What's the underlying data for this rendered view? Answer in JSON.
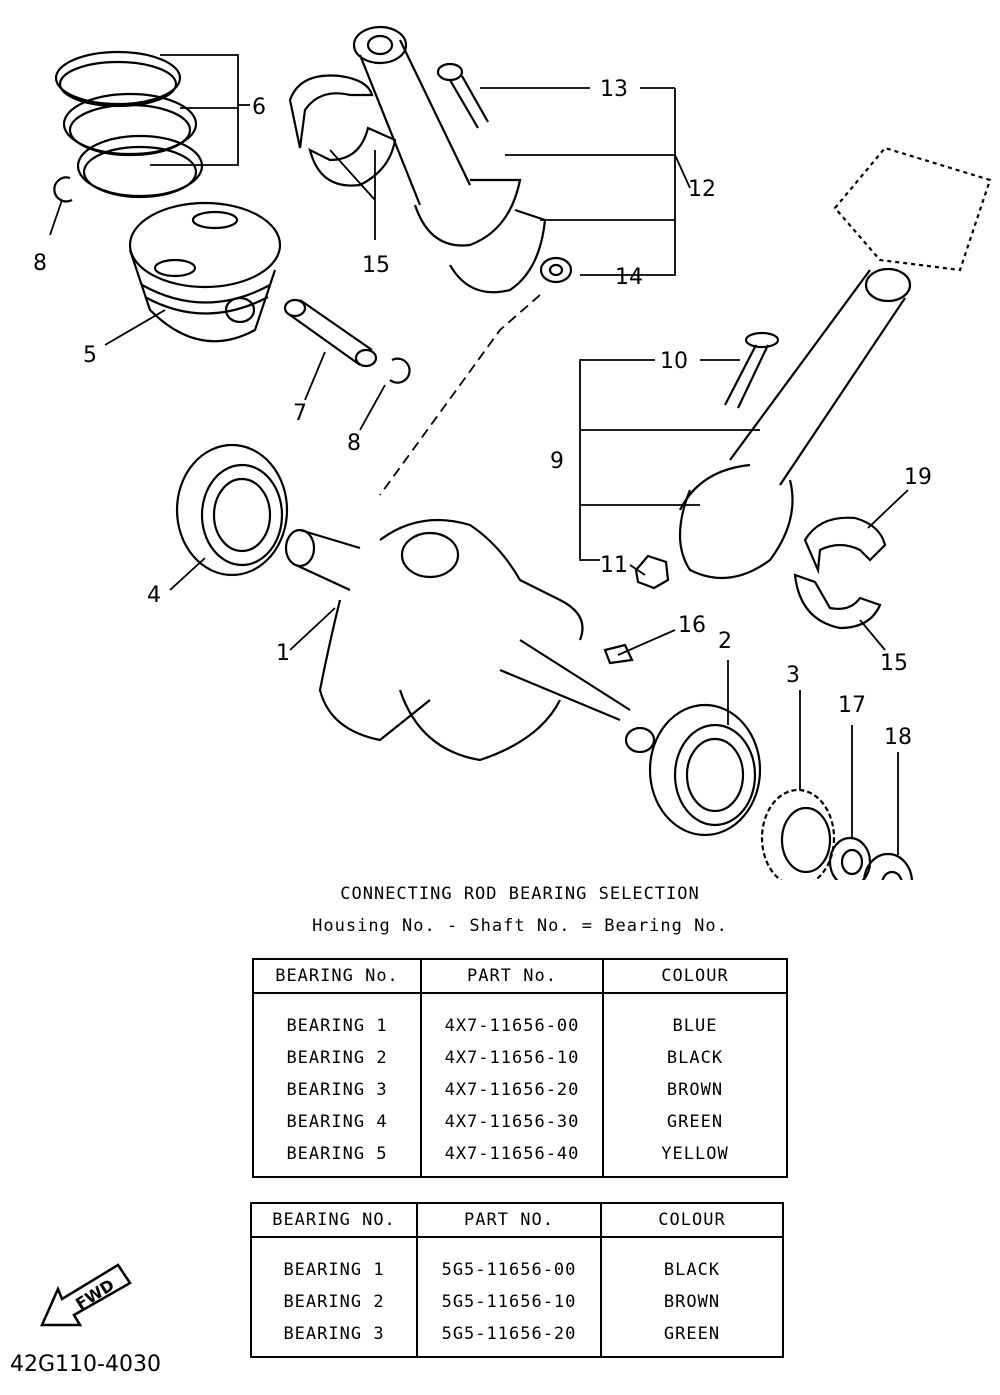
{
  "callouts": {
    "c1": "1",
    "c2": "2",
    "c3": "3",
    "c4": "4",
    "c5": "5",
    "c6": "6",
    "c7": "7",
    "c8a": "8",
    "c8b": "8",
    "c9": "9",
    "c10": "10",
    "c11": "11",
    "c12": "12",
    "c13": "13",
    "c14": "14",
    "c15a": "15",
    "c15b": "15",
    "c16": "16",
    "c17": "17",
    "c18": "18",
    "c19": "19"
  },
  "selection": {
    "title": "CONNECTING ROD BEARING SELECTION",
    "formula": "Housing No. - Shaft No. = Bearing No."
  },
  "table1": {
    "headers": [
      "BEARING No.",
      "PART No.",
      "COLOUR"
    ],
    "rows": [
      [
        "BEARING 1",
        "4X7-11656-00",
        "BLUE"
      ],
      [
        "BEARING 2",
        "4X7-11656-10",
        "BLACK"
      ],
      [
        "BEARING 3",
        "4X7-11656-20",
        "BROWN"
      ],
      [
        "BEARING 4",
        "4X7-11656-30",
        "GREEN"
      ],
      [
        "BEARING 5",
        "4X7-11656-40",
        "YELLOW"
      ]
    ]
  },
  "table2": {
    "headers": [
      "BEARING NO.",
      "PART NO.",
      "COLOUR"
    ],
    "rows": [
      [
        "BEARING 1",
        "5G5-11656-00",
        "BLACK"
      ],
      [
        "BEARING 2",
        "5G5-11656-10",
        "BROWN"
      ],
      [
        "BEARING 3",
        "5G5-11656-20",
        "GREEN"
      ]
    ]
  },
  "fwd_label": "FWD",
  "figure_code": "42G110-4030"
}
